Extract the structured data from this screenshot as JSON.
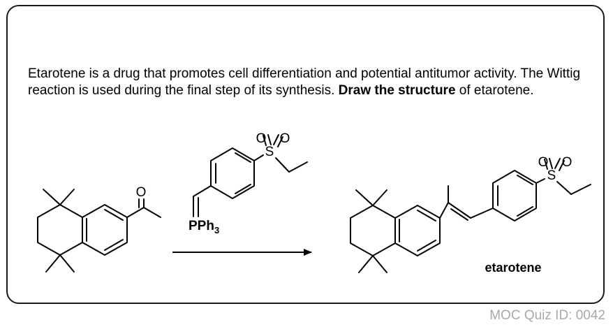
{
  "question": {
    "part1": "Etarotene is a drug that promotes cell differentiation and potential antitumor activity. The Wittig reaction is used during the final step of its synthesis. ",
    "bold": "Draw the structure",
    "part2": " of etarotene."
  },
  "atoms": {
    "oxygen": "O",
    "sulfur": "S",
    "pph3_main": "PPh",
    "pph3_sub": "3"
  },
  "product_label": "etarotene",
  "footer": "MOC Quiz ID: 0042",
  "colors": {
    "stroke": "#000000",
    "border": "#1a1a1a",
    "footer": "#a9a9a9"
  }
}
